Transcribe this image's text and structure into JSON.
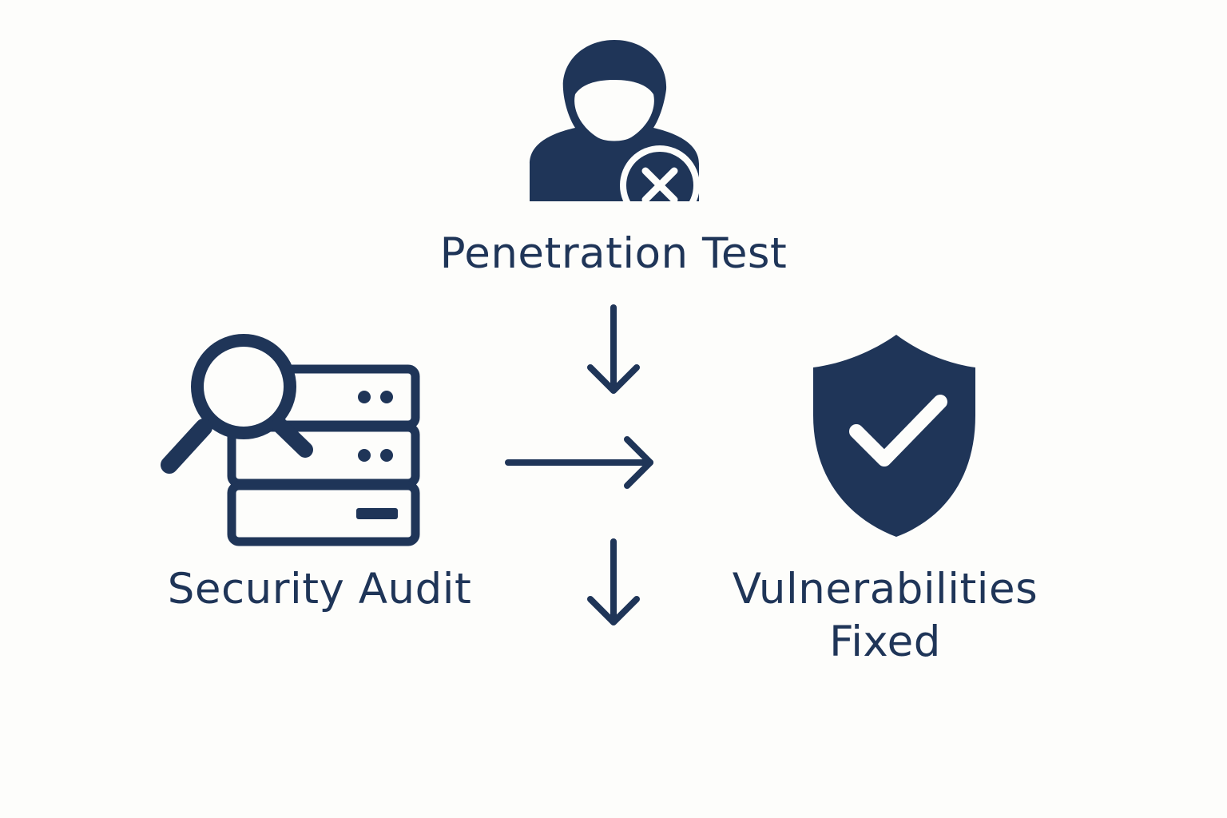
{
  "colors": {
    "background": "#fdfdfb",
    "ink": "#1f3558"
  },
  "nodes": {
    "penetration_test": {
      "label": "Penetration Test",
      "icon": "hooded-hacker-icon"
    },
    "security_audit": {
      "label": "Security Audit",
      "icon": "server-magnifier-icon"
    },
    "vulnerabilities_fixed": {
      "label_line1": "Vulnerabilities",
      "label_line2": "Fixed",
      "icon": "shield-check-icon"
    }
  },
  "connectors": [
    {
      "from": "penetration_test",
      "direction": "down"
    },
    {
      "from": "security_audit",
      "direction": "right"
    },
    {
      "from": "center",
      "direction": "down"
    }
  ]
}
